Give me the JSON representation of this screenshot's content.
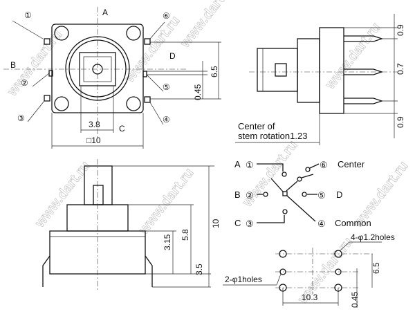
{
  "watermark": "www.dart.ru",
  "top_view": {
    "pin_labels": [
      "①",
      "②",
      "③",
      "④",
      "⑤",
      "⑥"
    ],
    "direction_labels": {
      "a": "A",
      "b": "B",
      "c": "C",
      "d": "D"
    },
    "dims": {
      "stem_width": "3.8",
      "body": "□10",
      "pitch": "6.5",
      "offset": "0.45"
    }
  },
  "side_view": {
    "dims": {
      "top": "0.9",
      "mid": "0.7",
      "bottom": "0.9"
    },
    "note_line1": "Center of",
    "note_line2": "stem rotation1.23"
  },
  "front_view": {
    "dims": {
      "total": "10",
      "body": "5.8",
      "base": "3.15",
      "pin": "3.5"
    }
  },
  "schematic": {
    "rows": [
      {
        "letter": "A",
        "pin": "①",
        "right_pin": "⑥",
        "right_label": "Center"
      },
      {
        "letter": "B",
        "pin": "②",
        "right_pin": "⑤",
        "right_label": "D"
      },
      {
        "letter": "C",
        "pin": "③",
        "right_pin": "④",
        "right_label": "Common"
      }
    ]
  },
  "footprint": {
    "large_holes": "4-φ1.2holes",
    "small_holes": "2-φ1holes",
    "width": "10.3",
    "pitch": "6.5",
    "offset": "0.45"
  }
}
